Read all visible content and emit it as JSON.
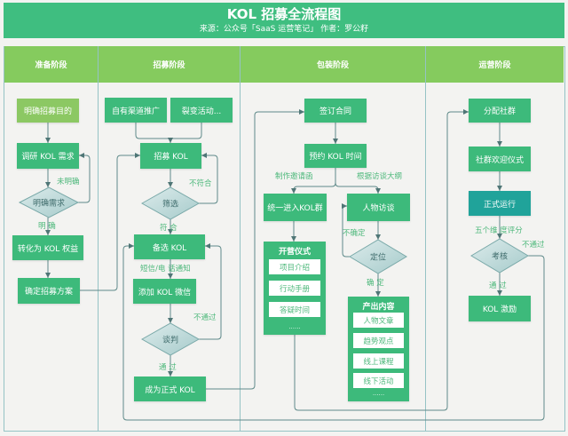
{
  "header": {
    "title": "KOL 招募全流程图",
    "subtitle": "来源：公众号「SaaS 运营笔记」 作者：罗公籽"
  },
  "phases": [
    {
      "label": "准备阶段"
    },
    {
      "label": "招募阶段"
    },
    {
      "label": "包装阶段"
    },
    {
      "label": "运营阶段"
    }
  ],
  "prep": {
    "nodes": {
      "define_goal": "明确招募目的",
      "research_needs": "调研 KOL 需求",
      "clarify_needs": "明确需求",
      "convert_rights": "转化为 KOL 权益",
      "finalize_plan": "确定招募方案"
    },
    "labels": {
      "unclear": "未明确",
      "clear": "明 确"
    }
  },
  "recruit": {
    "nodes": {
      "own_channels": "自有渠道推广",
      "viral_campaign": "裂变活动...",
      "recruit_kol": "招募 KOL",
      "screen": "筛选",
      "candidate_kol": "备选 KOL",
      "add_wechat": "添加 KOL 微信",
      "negotiate": "谈判",
      "become_kol": "成为正式 KOL"
    },
    "labels": {
      "not_match": "不符合",
      "match": "符 合",
      "notify": "短信/电 话通知",
      "fail": "不通过",
      "pass": "通 过"
    }
  },
  "package": {
    "nodes": {
      "sign_contract": "签订合同",
      "book_time": "预约 KOL 时间",
      "join_group": "统一进入KOL群",
      "interview": "人物访谈",
      "positioning": "定位"
    },
    "opening": {
      "title": "开营仪式",
      "items": [
        "项目介绍",
        "行动手册",
        "答疑时间"
      ],
      "more": "......"
    },
    "output": {
      "title": "产出内容",
      "items": [
        "人物文章",
        "趋势观点",
        "线上课程",
        "线下活动"
      ],
      "more": "......"
    },
    "labels": {
      "invitation": "制作邀请函",
      "outline": "根据访谈大纲",
      "uncertain": "不确定",
      "certain": "确 定"
    }
  },
  "ops": {
    "nodes": {
      "assign_group": "分配社群",
      "welcome": "社群欢迎仪式",
      "running": "正式运行",
      "assess": "考核",
      "incentive": "KOL 激励"
    },
    "labels": {
      "scoring": "五个维 度评分",
      "fail": "不通过",
      "pass": "通 过"
    }
  },
  "colors": {
    "title_bar": "#3fbe80",
    "lane_header": "#85cb5e",
    "node": "#3dba7b",
    "node_light": "#8cc863",
    "node_teal": "#20a39a",
    "decision": "#bcd9d9",
    "connector": "#5f8a8a",
    "edge_label": "#4db87b"
  }
}
